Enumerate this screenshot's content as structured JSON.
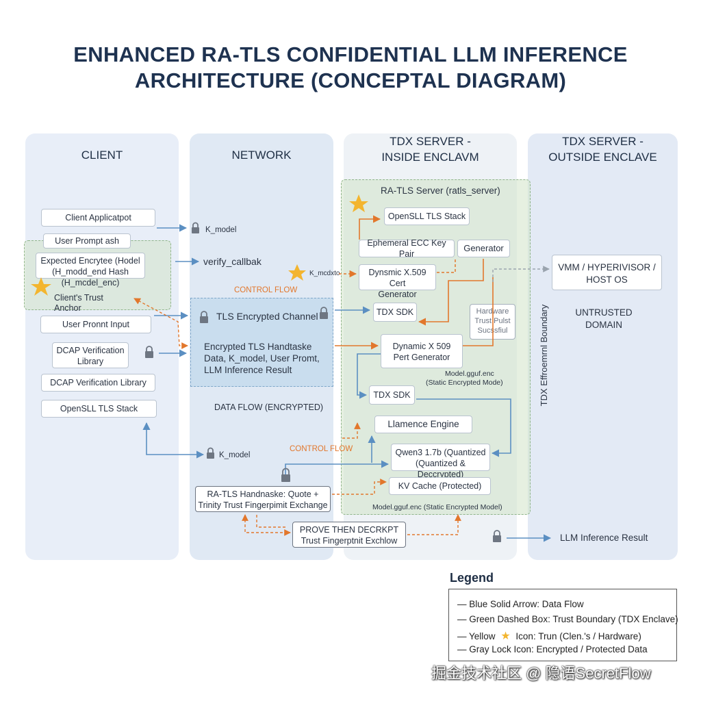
{
  "title_line1": "ENHANCED RA-TLS CONFIDENTIAL LLM INFERENCE",
  "title_line2": "ARCHITECTURE (CONCEPTAL DIAGRAM)",
  "lanes": {
    "client": "CLIENT",
    "network": "NETWORK",
    "inside_line1": "TDX SERVER -",
    "inside_line2": "INSIDE ENCLAVM",
    "outside_line1": "TDX SERVER -",
    "outside_line2": "OUTSIDE ENCLAVE"
  },
  "client": {
    "app": "Client Applicatpot",
    "user_prompt_hash": "User Prompt ash",
    "expected_l1": "Expected Encrytee (Hodel",
    "expected_l2": "(H_modd_end Hash (H_mcdel_enc)",
    "trust_anchor_l1": "Client's Trust",
    "trust_anchor_l2": "Anchor",
    "user_prompt_input": "User Pronnt Input",
    "dcap_lib_l1": "DCAP Verification",
    "dcap_lib_l2": "Library",
    "dcap_lib2": "DCAP Verification Library",
    "openssl": "OpenSLL TLS Stack"
  },
  "network": {
    "k_model_top": "K_model",
    "verify_callback": "verify_callbak",
    "k_model_mid": "K_mcdxto",
    "control_flow_top": "CONTROL FLOW",
    "tls_channel": "TLS Encrypted Channel",
    "tls_l1": "Encrypted TLS Handtaske",
    "tls_l2": "Data, K_model, User Promt,",
    "tls_l3": "LLM Inference Result",
    "data_flow": "DATA FLOW (ENCRYPTED)",
    "k_model_bottom": "K_model",
    "control_flow_bottom": "CONTROL FLOW",
    "handshake_l1": "RA-TLS Handnaske: Quote +",
    "handshake_l2": "Trinity Trust Fingerpimit Exchange",
    "prove_l1": "PROVE THEN DECRKPT",
    "prove_l2": "Trust Fingerptnit Exchlow"
  },
  "inside": {
    "server_title": "RA-TLS Server (ratls_server)",
    "openssl": "OpenSLL TLS Stack",
    "ecc": "Ephemeral ECC Key Pair",
    "generator": "Generator",
    "dynamic_l1": "Dynsmic X.509 Cert",
    "dynamic_l2": "Generator",
    "tdx_sdk_1": "TDX SDK",
    "hw_l1": "Hardware",
    "hw_l2": "Trust Pulst",
    "hw_l3": "Sucssfiul",
    "dyn2_l1": "Dynamic X 509",
    "dyn2_l2": "Pert Generator",
    "model_enc_l1": "Model.gguf.enc",
    "model_enc_l2": "(Static Encrypted Mode)",
    "tdx_sdk_2": "TDX SDK",
    "engine": "Llamence Engine",
    "qwen_l1": "Qwen3 1.7b (Quantized",
    "qwen_l2": "(Quantized & Deccrypted)",
    "kv_cache": "KV Cache (Protected)",
    "model_enc_bottom": "Model.gguf.enc (Static Encrypted Model)"
  },
  "outside": {
    "vmm_l1": "VMM / HYPERIVISOR /",
    "vmm_l2": "HOST OS",
    "untrusted_l1": "UNTRUSTED",
    "untrusted_l2": "DOMAIN",
    "boundary": "TDX Effroemrnl Boundary",
    "llm_result": "LLM Inference Result"
  },
  "legend": {
    "title": "Legend",
    "item1": "— Blue Solid Arrow: Data Flow",
    "item2": "— Green Dashed Box: Trust Boundary (TDX Enclave)",
    "item3_pre": "— Yellow",
    "item3_post": "Icon: Trun (Clen.'s / Hardware)",
    "item4": "— Gray Lock Icon: Encrypted / Protected Data"
  },
  "watermark": "掘金技术社区 @ 隐语SecretFlow",
  "colors": {
    "data_flow": "#5b8fc2",
    "control_flow": "#e2772c",
    "trust_green": "#8fb48a",
    "star": "#f3b52f",
    "lock": "#6e7682"
  }
}
